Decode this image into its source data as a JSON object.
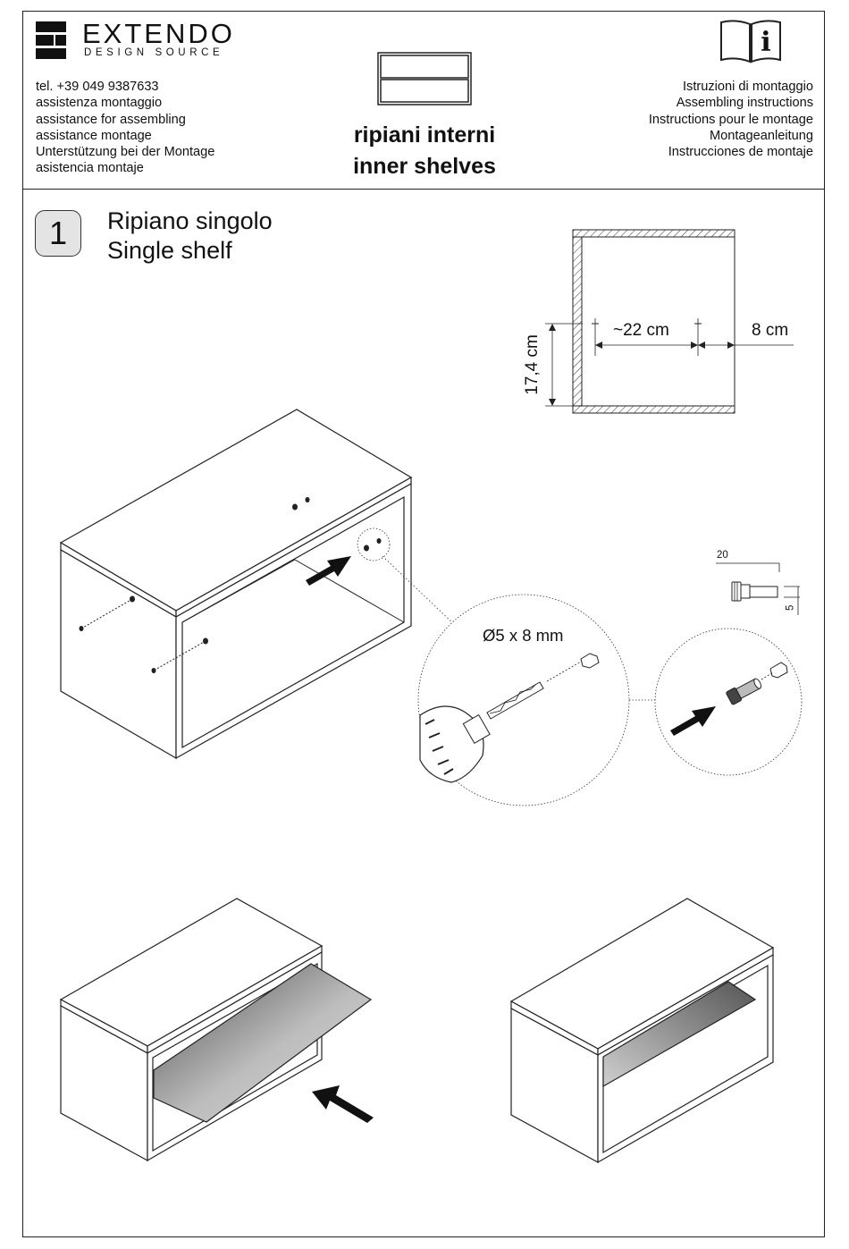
{
  "brand": {
    "name": "EXTENDO",
    "tagline": "DESIGN SOURCE"
  },
  "contact": {
    "lines": [
      "tel. +39 049 9387633",
      "assistenza montaggio",
      "assistance for assembling",
      "assistance montage",
      "Unterstützung bei der Montage",
      "asistencia montaje"
    ]
  },
  "title": {
    "line1": "ripiani interni",
    "line2": "inner shelves"
  },
  "instructions": {
    "lines": [
      "Istruzioni di montaggio",
      "Assembling instructions",
      "Instructions pour le montage",
      "Montageanleitung",
      "Instrucciones de montaje"
    ]
  },
  "step": {
    "number": "1",
    "title_it": "Ripiano singolo",
    "title_en": "Single shelf"
  },
  "section_diagram": {
    "height_label": "17,4 cm",
    "depth_label": "~22 cm",
    "offset_label": "8 cm"
  },
  "drill_label": "Ø5 x 8 mm",
  "pin_dimensions": {
    "length": "20",
    "diameter": "5"
  },
  "colors": {
    "line": "#222222",
    "shelf_dark": "#5a5a5a",
    "shelf_light": "#d8d8d8",
    "badge_fill": "#e4e4e4"
  }
}
